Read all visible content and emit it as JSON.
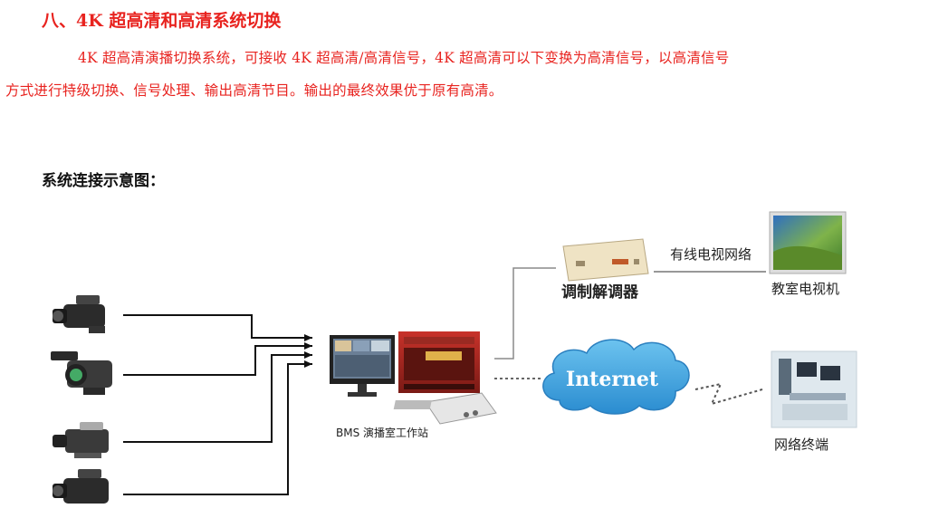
{
  "heading": "八、4K 超高清和高清系统切换",
  "paragraph_line1": "4K 超高清演播切换系统，可接收 4K 超高清/高清信号，4K 超高清可以下变换为高清信号，以高清信号",
  "paragraph_line2": "方式进行特级切换、信号处理、输出高清节目。输出的最终效果优于原有高清。",
  "subheading": "系统连接示意图：",
  "diagram": {
    "studio_label": "BMS 演播室工作站",
    "modulator_label": "调制解调器",
    "cable_label": "有线电视网络",
    "tv_label": "教室电视机",
    "internet_label": "Internet",
    "terminal_label": "网络终端",
    "camera_count": 4,
    "colors": {
      "heading": "#e8231f",
      "cloud": "#3aa0dc",
      "link": "#777777"
    }
  }
}
